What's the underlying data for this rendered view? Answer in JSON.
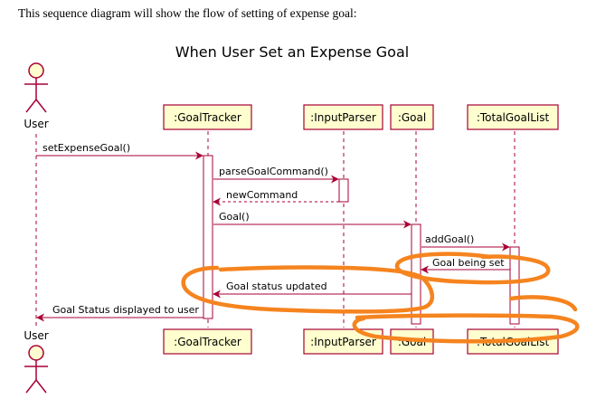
{
  "intro_text": "This sequence diagram will show the flow of setting of expense goal:",
  "diagram": {
    "title": "When User Set an Expense Goal",
    "actor": "User",
    "participants": [
      ":GoalTracker",
      ":InputParser",
      ":Goal",
      ":TotalGoalList"
    ],
    "messages": [
      {
        "label": "setExpenseGoal()",
        "from": "User",
        "to": ":GoalTracker",
        "kind": "call"
      },
      {
        "label": "parseGoalCommand()",
        "from": ":GoalTracker",
        "to": ":InputParser",
        "kind": "call"
      },
      {
        "label": "newCommand",
        "from": ":InputParser",
        "to": ":GoalTracker",
        "kind": "return"
      },
      {
        "label": "Goal()",
        "from": ":GoalTracker",
        "to": ":Goal",
        "kind": "call"
      },
      {
        "label": "addGoal()",
        "from": ":Goal",
        "to": ":TotalGoalList",
        "kind": "call"
      },
      {
        "label": "Goal being set",
        "from": ":TotalGoalList",
        "to": ":Goal",
        "kind": "reply"
      },
      {
        "label": "Goal status updated",
        "from": ":Goal",
        "to": ":GoalTracker",
        "kind": "reply"
      },
      {
        "label": "Goal Status displayed to user",
        "from": ":GoalTracker",
        "to": "User",
        "kind": "reply"
      }
    ]
  },
  "colors": {
    "participant_fill": "#FEFECE",
    "participant_border": "#A80036",
    "line": "#A80036",
    "annotation": "#F5841F"
  }
}
